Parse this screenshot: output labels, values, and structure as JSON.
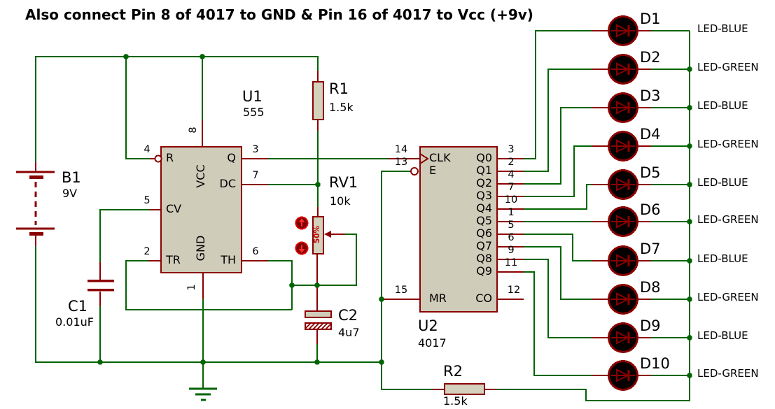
{
  "title": "Also connect Pin 8 of 4017 to GND & Pin 16 of 4017 to Vcc (+9v)",
  "components": {
    "b1": {
      "ref": "B1",
      "value": "9V"
    },
    "c1": {
      "ref": "C1",
      "value": "0.01uF"
    },
    "c2": {
      "ref": "C2",
      "value": "4u7"
    },
    "r1": {
      "ref": "R1",
      "value": "1.5k"
    },
    "r2": {
      "ref": "R2",
      "value": "1.5k"
    },
    "rv1": {
      "ref": "RV1",
      "value": "10k",
      "setting": "50%"
    },
    "u1": {
      "ref": "U1",
      "value": "555",
      "left_pins": [
        {
          "name": "R",
          "number": "4"
        },
        {
          "name": "CV",
          "number": "5"
        },
        {
          "name": "TR",
          "number": "2"
        }
      ],
      "right_pins": [
        {
          "name": "Q",
          "number": "3"
        },
        {
          "name": "DC",
          "number": "7"
        },
        {
          "name": "TH",
          "number": "6"
        }
      ],
      "top_pin": {
        "name": "VCC",
        "number": "8"
      },
      "bottom_pin": {
        "name": "GND",
        "number": "1"
      }
    },
    "u2": {
      "ref": "U2",
      "value": "4017",
      "left_pins": [
        {
          "name": "CLK",
          "number": "14"
        },
        {
          "name": "E",
          "number": "13"
        },
        {
          "name": "MR",
          "number": "15"
        }
      ],
      "right_pins": [
        {
          "name": "Q0",
          "number": "3"
        },
        {
          "name": "Q1",
          "number": "2"
        },
        {
          "name": "Q2",
          "number": "4"
        },
        {
          "name": "Q3",
          "number": "7"
        },
        {
          "name": "Q4",
          "number": "10"
        },
        {
          "name": "Q5",
          "number": "1"
        },
        {
          "name": "Q6",
          "number": "5"
        },
        {
          "name": "Q7",
          "number": "6"
        },
        {
          "name": "Q8",
          "number": "9"
        },
        {
          "name": "Q9",
          "number": "11"
        },
        {
          "name": "CO",
          "number": "12"
        }
      ]
    }
  },
  "leds": [
    {
      "ref": "D1",
      "type": "LED-BLUE"
    },
    {
      "ref": "D2",
      "type": "LED-GREEN"
    },
    {
      "ref": "D3",
      "type": "LED-BLUE"
    },
    {
      "ref": "D4",
      "type": "LED-GREEN"
    },
    {
      "ref": "D5",
      "type": "LED-BLUE"
    },
    {
      "ref": "D6",
      "type": "LED-GREEN"
    },
    {
      "ref": "D7",
      "type": "LED-BLUE"
    },
    {
      "ref": "D8",
      "type": "LED-GREEN"
    },
    {
      "ref": "D9",
      "type": "LED-BLUE"
    },
    {
      "ref": "D10",
      "type": "LED-GREEN"
    }
  ],
  "colors": {
    "wire": "#006400",
    "device": "#8b0000",
    "body_fill": "#cfccba",
    "led_fill": "#050000",
    "pot_button_fill": "#7e0000",
    "pot_button_ring": "#dd0000",
    "pot_button_glyph": "#ff2a2a",
    "setting_text": "#c00000"
  }
}
